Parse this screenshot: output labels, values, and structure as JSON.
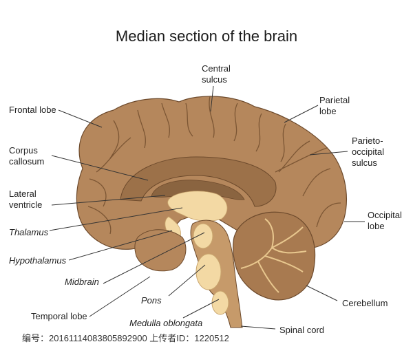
{
  "title": "Median section of the brain",
  "labels": {
    "frontal_lobe": "Frontal lobe",
    "central_sulcus_1": "Central",
    "central_sulcus_2": "sulcus",
    "parietal_lobe_1": "Parietal",
    "parietal_lobe_2": "lobe",
    "parieto_occipital_1": "Parieto-",
    "parieto_occipital_2": "occipital",
    "parieto_occipital_3": "sulcus",
    "corpus_callosum_1": "Corpus",
    "corpus_callosum_2": "callosum",
    "lateral_ventricle_1": "Lateral",
    "lateral_ventricle_2": "ventricle",
    "thalamus": "Thalamus",
    "hypothalamus": "Hypothalamus",
    "midbrain": "Midbrain",
    "pons": "Pons",
    "temporal_lobe": "Temporal lobe",
    "medulla_oblongata": "Medulla oblongata",
    "occipital_lobe_1": "Occipital",
    "occipital_lobe_2": "lobe",
    "cerebellum": "Cerebellum",
    "spinal_cord": "Spinal cord"
  },
  "credit": "编号：20161114083805892900 上传者ID：1220512",
  "colors": {
    "cortex": "#b5875c",
    "cortex_dark": "#8f6641",
    "corpus": "#9c7149",
    "ventricle": "#8a6440",
    "thalamus": "#f3d9a4",
    "brainstem": "#c69a6a",
    "cerebellum": "#a87a50",
    "outline": "#6d4a2c",
    "leader": "#333333"
  }
}
